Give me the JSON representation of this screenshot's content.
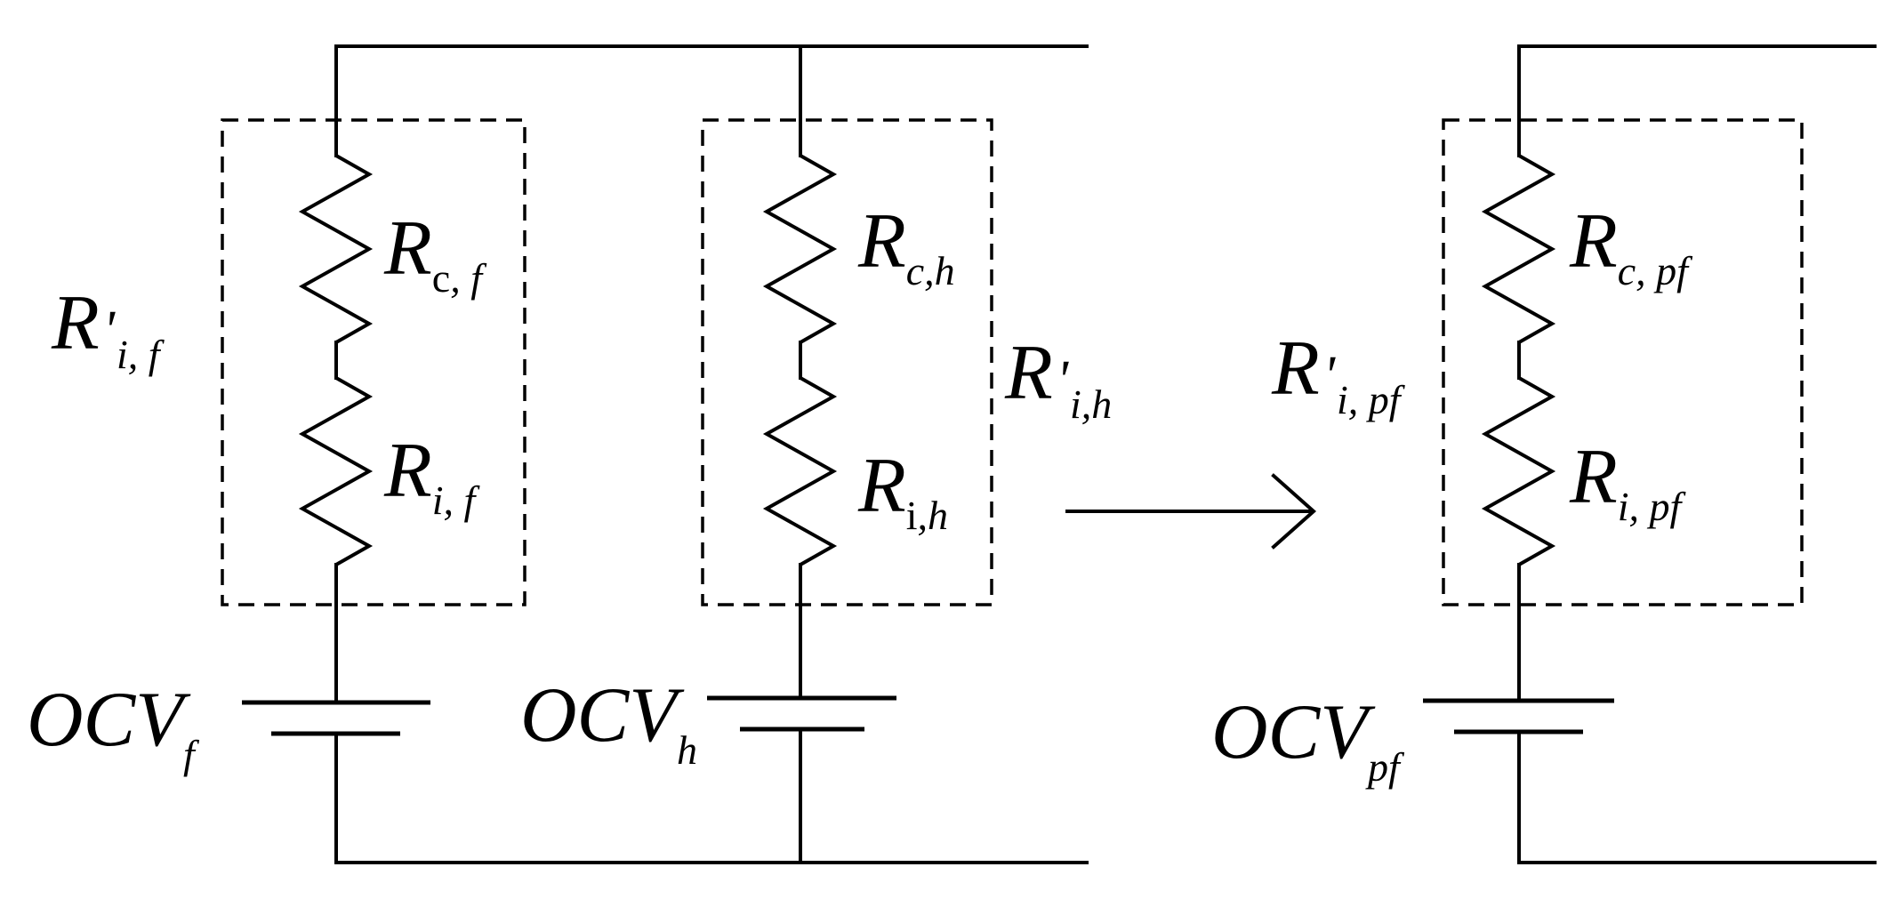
{
  "left_circuit": {
    "r_prime": {
      "main": "R",
      "prime": "'",
      "sub": "i, f"
    },
    "r_c": {
      "main": "R",
      "sub_a": "c",
      "sub_b": ", f"
    },
    "r_i": {
      "main": "R",
      "sub": "i, f"
    },
    "ocv": {
      "main": "OCV",
      "sub": "f"
    }
  },
  "middle_circuit": {
    "r_prime": {
      "main": "R",
      "prime": "'",
      "sub": "i,h"
    },
    "r_c": {
      "main": "R",
      "sub": "c,h"
    },
    "r_i": {
      "main": "R",
      "sub_a": "i",
      "sub_b": ",h"
    },
    "ocv": {
      "main": "OCV",
      "sub": "h"
    }
  },
  "right_circuit": {
    "r_prime": {
      "main": "R",
      "prime": "'",
      "sub": "i, pf"
    },
    "r_c": {
      "main": "R",
      "sub": "c, pf"
    },
    "r_i": {
      "main": "R",
      "sub": "i, pf"
    },
    "ocv": {
      "main": "OCV",
      "sub": "pf"
    }
  }
}
